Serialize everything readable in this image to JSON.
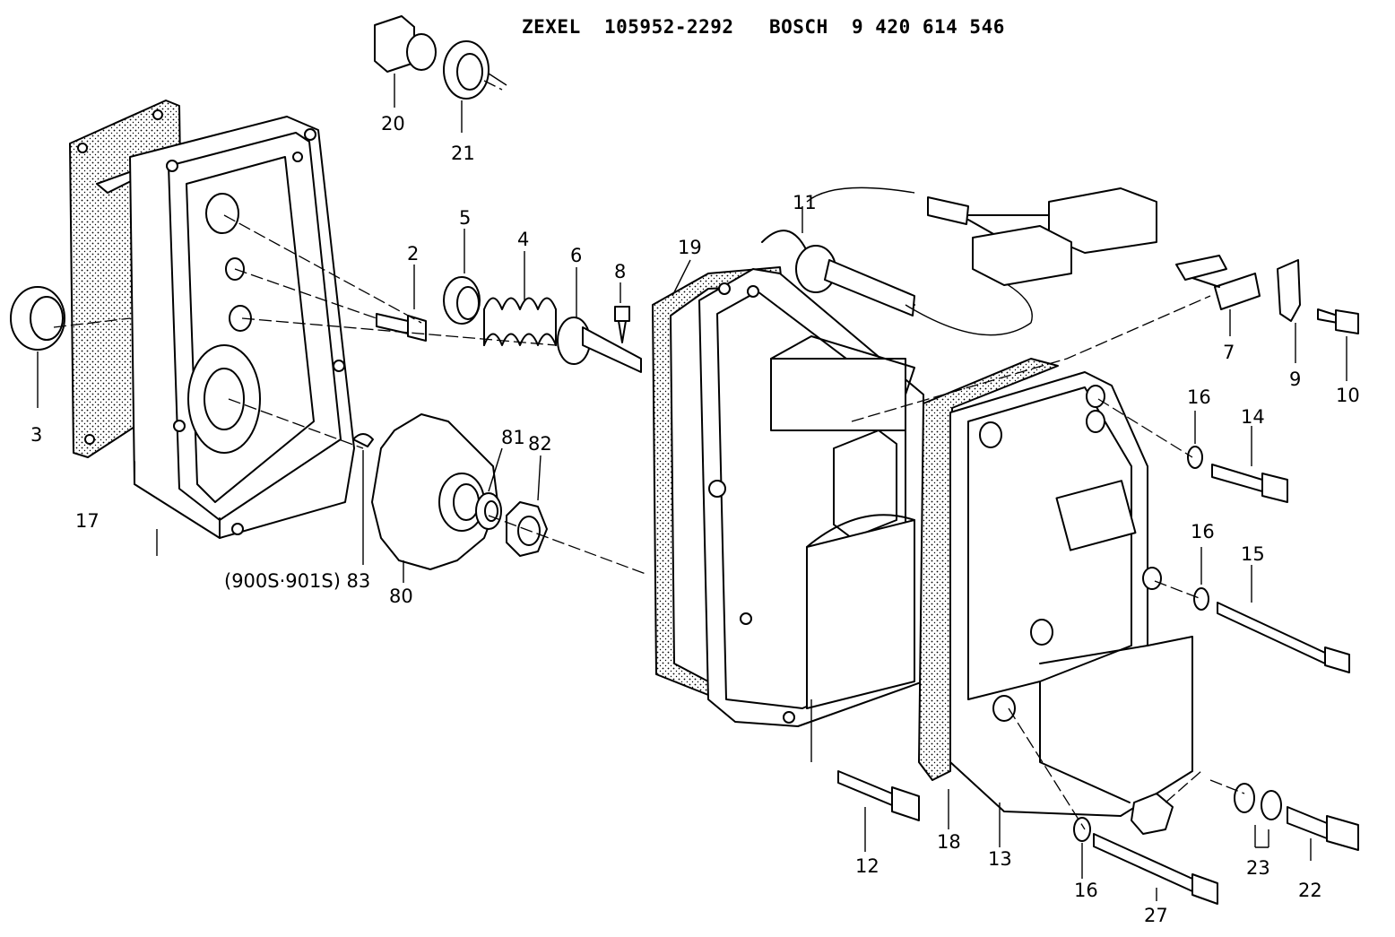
{
  "header": {
    "title": "ZEXEL  105952-2292   BOSCH  9 420 614 546"
  },
  "callouts": {
    "p2": "2",
    "p3": "3",
    "p4": "4",
    "p5": "5",
    "p6": "6",
    "p7": "7",
    "p8": "8",
    "p9": "9",
    "p10": "10",
    "p11": "11",
    "p12": "12",
    "p13": "13",
    "p14": "14",
    "p15": "15",
    "p16a": "16",
    "p16b": "16",
    "p16c": "16",
    "p17": "17",
    "p18": "18",
    "p19": "19",
    "p20": "20",
    "p21": "21",
    "p22": "22",
    "p23": "23",
    "p27": "27",
    "p80": "80",
    "p81": "81",
    "p82": "82",
    "p83": "(900S·901S) 83"
  }
}
